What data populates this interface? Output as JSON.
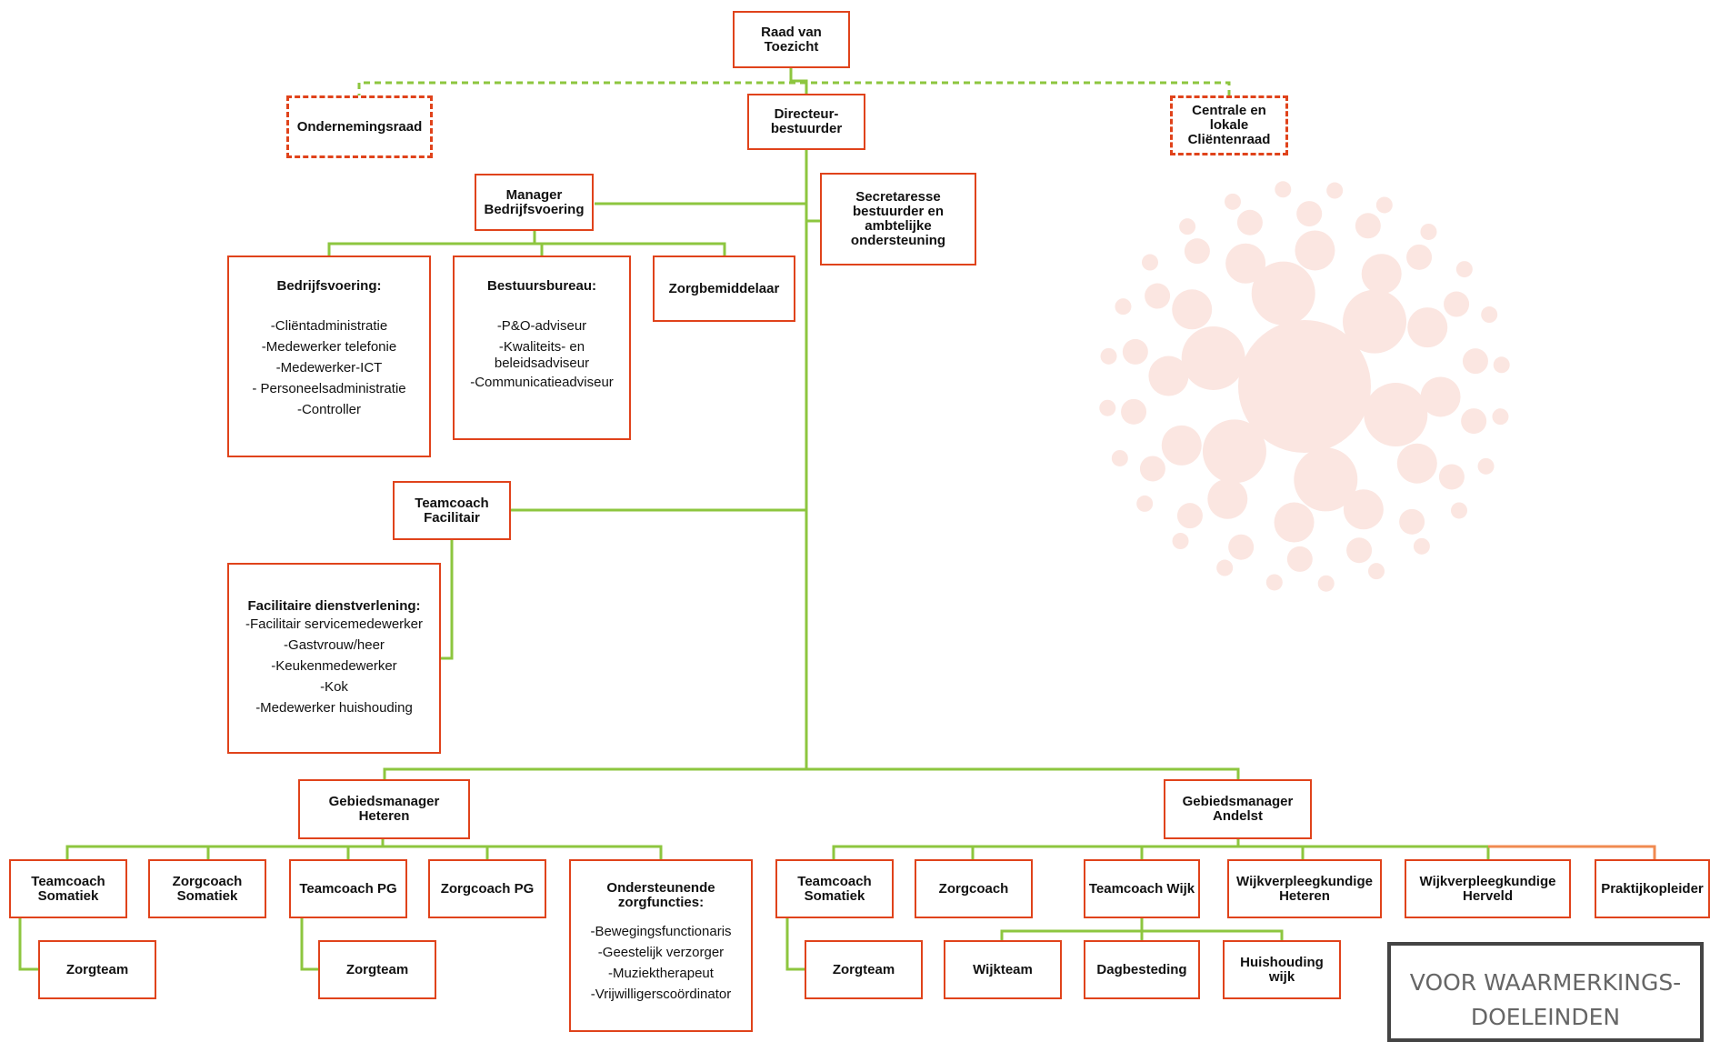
{
  "colors": {
    "box_border": "#e0431b",
    "line": "#8dc63f",
    "dashed_line": "#8dc63f",
    "logo": "#fbe6e1"
  },
  "nodes": {
    "raad": "Raad van\nToezicht",
    "ondernemingsraad": "Ondernemingsraad",
    "directeur": "Directeur-\nbestuurder",
    "clientenraad": "Centrale en\nlokale\nCliëntenraad",
    "manager_bedrijfsvoering": "Manager\nBedrijfsvoering",
    "secretaresse": "Secretaresse\nbestuurder en\nambtelijke\nondersteuning",
    "bedrijfsvoering": {
      "title": "Bedrijfsvoering:",
      "items": [
        "-Cliëntadministratie",
        "-Medewerker telefonie",
        "-Medewerker-ICT",
        "-  Personeelsadministratie",
        "-Controller"
      ]
    },
    "bestuursbureau": {
      "title": "Bestuursbureau:",
      "items": [
        "-P&O-adviseur",
        "-Kwaliteits- en",
        "beleidsadviseur",
        "-Communicatieadviseur"
      ]
    },
    "zorgbemiddelaar": "Zorgbemiddelaar",
    "teamcoach_facilitair": "Teamcoach\nFacilitair",
    "facilitaire": {
      "title": "Facilitaire dienstverlening:",
      "items": [
        "-Facilitair servicemedewerker",
        "-Gastvrouw/heer",
        "-Keukenmedewerker",
        "-Kok",
        "-Medewerker huishouding"
      ]
    },
    "gm_heteren": "Gebiedsmanager\nHeteren",
    "gm_andelst": "Gebiedsmanager\nAndelst",
    "tc_somatiek_h": "Teamcoach\nSomatiek",
    "zc_somatiek": "Zorgcoach\nSomatiek",
    "tc_pg": "Teamcoach PG",
    "zc_pg": "Zorgcoach PG",
    "ondersteunende": {
      "title": "Ondersteunende\nzorgfuncties:",
      "items": [
        "-Bewegingsfunctionaris",
        "-Geestelijk verzorger",
        "-Muziektherapeut",
        "-Vrijwilligerscoördinator"
      ]
    },
    "zorgteam_1": "Zorgteam",
    "zorgteam_2": "Zorgteam",
    "tc_somatiek_a": "Teamcoach\nSomatiek",
    "zorgcoach": "Zorgcoach",
    "tc_wijk": "Teamcoach Wijk",
    "wv_heteren": "Wijkverpleegkundige\nHeteren",
    "wv_herveld": "Wijkverpleegkundige\nHerveld",
    "praktijkopleider": "Praktijkopleider",
    "zorgteam_3": "Zorgteam",
    "wijkteam": "Wijkteam",
    "dagbesteding": "Dagbesteding",
    "huishouding_wijk": "Huishouding\nwijk"
  },
  "stamp": {
    "line1": "VOOR WAARMERKINGS-",
    "line2": "DOELEINDEN"
  }
}
